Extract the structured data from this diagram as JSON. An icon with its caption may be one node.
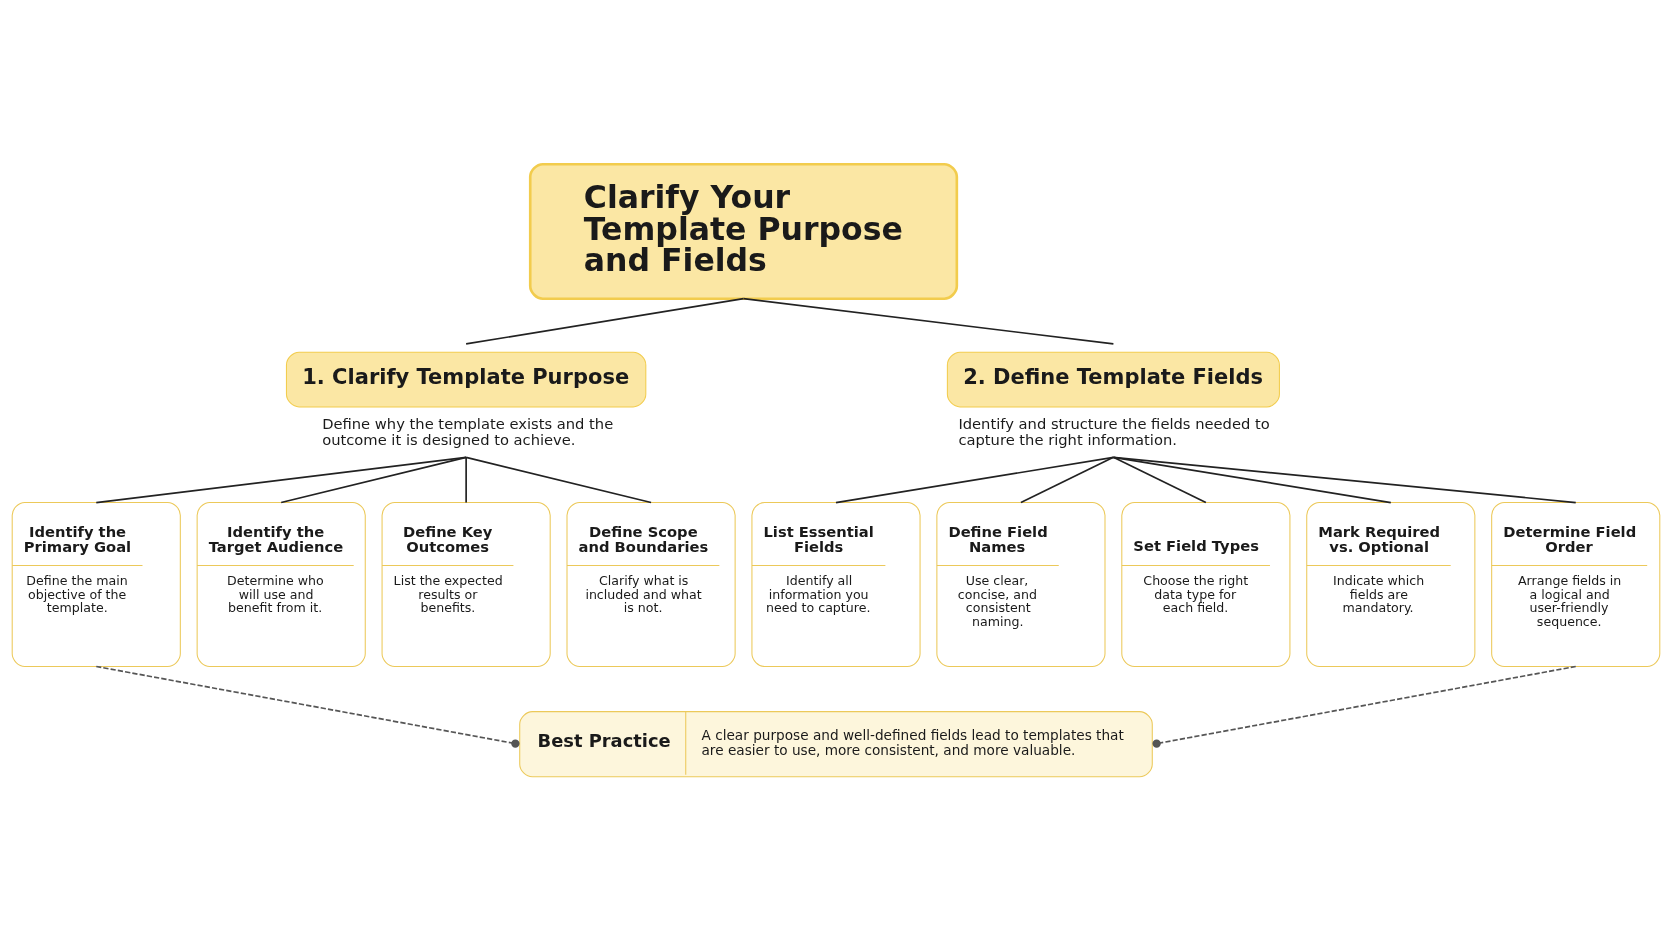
{
  "diagram": {
    "nodes": [
      {
        "text": [
          "Clarify Your Template Purpose and Fields"
        ]
      },
      {
        "text": [
          "1. Clarify Template Purpose"
        ],
        "beside": [
          "Define why the template exists and the outcome it is designed to achieve."
        ]
      },
      {
        "text": [
          "2. Define Template Fields"
        ],
        "beside": [
          "Identify and structure the fields needed to capture the right information."
        ]
      },
      {
        "text": [
          "Identify the Primary Goal",
          "Define the main objective of the template."
        ]
      },
      {
        "text": [
          "Identify the Target Audience",
          "Determine who will use and benefit from it."
        ]
      },
      {
        "text": [
          "Define Key Outcomes",
          "List the expected results or benefits."
        ]
      },
      {
        "text": [
          "Define Scope and Boundaries",
          "Clarify what is included and what is not."
        ]
      },
      {
        "text": [
          "List Essential Fields",
          "Identify all information you need to capture."
        ]
      },
      {
        "text": [
          "Define Field Names",
          "Use clear, concise, and consistent naming."
        ]
      },
      {
        "text": [
          "Set Field Types",
          "Choose the right data type for each field."
        ]
      },
      {
        "text": [
          "Mark Required vs. Optional",
          "Indicate which fields are mandatory."
        ]
      },
      {
        "text": [
          "Determine Field Order",
          "Arrange fields in a logical and user-friendly sequence."
        ]
      },
      {
        "text": [
          "Best Practice",
          "A clear purpose and well-defined fields lead to templates that are easier to use, more consistent, and more valuable."
        ]
      }
    ],
    "edges": [
      {
        "from": 0,
        "to": 1,
        "arrow": "none"
      },
      {
        "from": 0,
        "to": 2,
        "arrow": "none"
      },
      {
        "from": 1,
        "to": 3,
        "arrow": "none"
      },
      {
        "from": 1,
        "to": 4,
        "arrow": "none"
      },
      {
        "from": 1,
        "to": 5,
        "arrow": "none"
      },
      {
        "from": 1,
        "to": 6,
        "arrow": "none"
      },
      {
        "from": 2,
        "to": 7,
        "arrow": "none"
      },
      {
        "from": 2,
        "to": 8,
        "arrow": "none"
      },
      {
        "from": 2,
        "to": 9,
        "arrow": "none"
      },
      {
        "from": 2,
        "to": 10,
        "arrow": "none"
      },
      {
        "from": 2,
        "to": 11,
        "arrow": "none"
      },
      {
        "from": 3,
        "to": 12,
        "arrow": "other",
        "style": "dashed",
        "color": "#555555"
      },
      {
        "from": 11,
        "to": 12,
        "arrow": "other",
        "style": "dashed",
        "color": "#555555"
      }
    ]
  }
}
